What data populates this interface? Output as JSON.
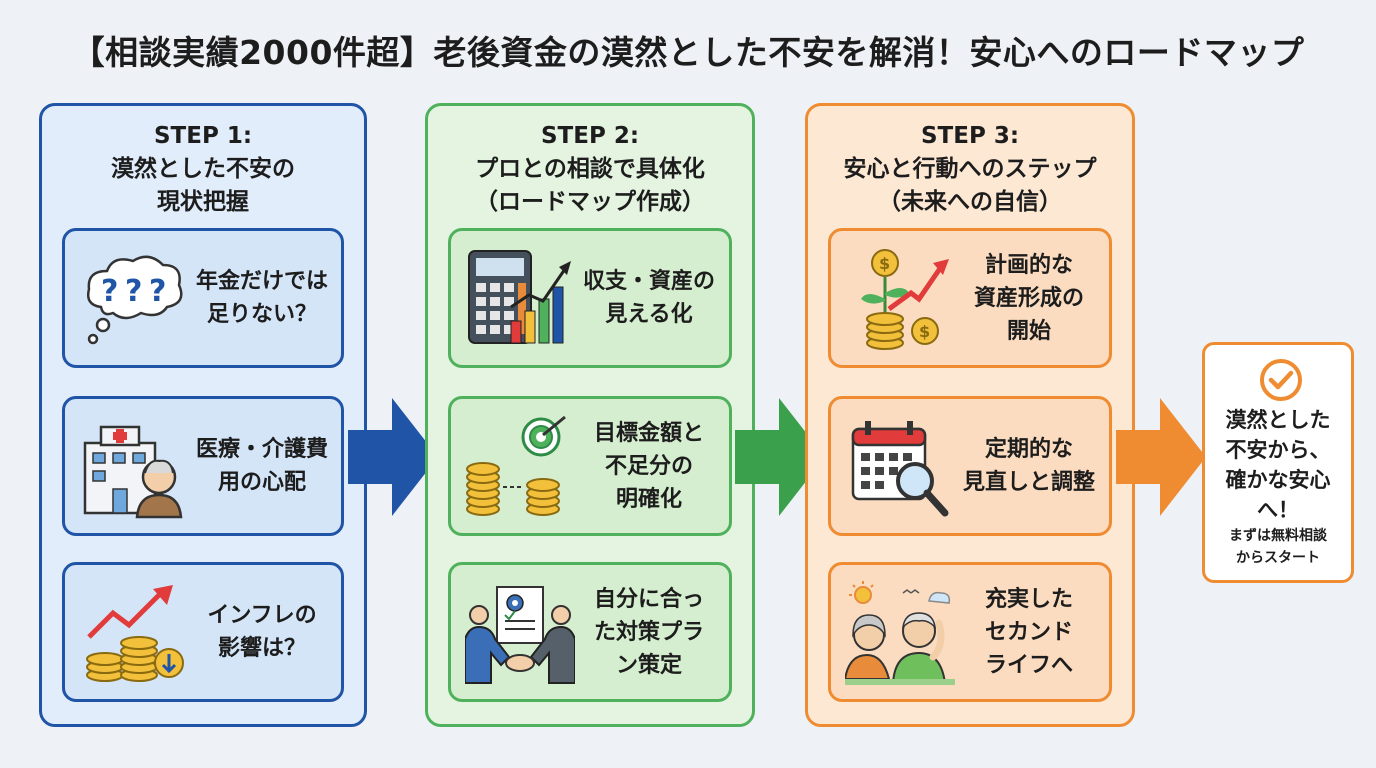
{
  "title": "【相談実績2000件超】老後資金の漠然とした不安を解消！安心へのロードマップ",
  "steps": [
    {
      "heading": [
        "STEP 1:",
        "漠然とした不安の",
        "現状把握"
      ],
      "cards": [
        {
          "icon": "thought-cloud-question-icon",
          "lines": [
            "年金だけでは",
            "足りない？"
          ]
        },
        {
          "icon": "hospital-elderly-icon",
          "lines": [
            "医療・介護費",
            "用の心配"
          ]
        },
        {
          "icon": "inflation-coins-icon",
          "lines": [
            "インフレの",
            "影響は？"
          ]
        }
      ]
    },
    {
      "heading": [
        "STEP 2:",
        "プロとの相談で具体化",
        "（ロードマップ作成）"
      ],
      "cards": [
        {
          "icon": "calculator-chart-icon",
          "lines": [
            "収支・資産の",
            "見える化"
          ]
        },
        {
          "icon": "target-coins-icon",
          "lines": [
            "目標金額と",
            "不足分の",
            "明確化"
          ]
        },
        {
          "icon": "handshake-document-icon",
          "lines": [
            "自分に合っ",
            "た対策プラ",
            "ン策定"
          ]
        }
      ]
    },
    {
      "heading": [
        "STEP 3:",
        "安心と行動へのステップ",
        "（未来への自信）"
      ],
      "cards": [
        {
          "icon": "money-plant-growth-icon",
          "lines": [
            "計画的な",
            "資産形成の",
            "開始"
          ]
        },
        {
          "icon": "calendar-magnifier-icon",
          "lines": [
            "定期的な",
            "見直しと調整"
          ]
        },
        {
          "icon": "senior-couple-icon",
          "lines": [
            "充実した",
            "セカンド",
            "ライフへ"
          ]
        }
      ]
    }
  ],
  "final": {
    "icon": "check-circle-icon",
    "main": [
      "漠然とした",
      "不安から、",
      "確かな安心",
      "へ！"
    ],
    "sub": [
      "まずは無料相談",
      "からスタート"
    ]
  },
  "colors": {
    "blue": "#1f54a6",
    "green": "#4fb15c",
    "orange": "#ef8c32"
  }
}
